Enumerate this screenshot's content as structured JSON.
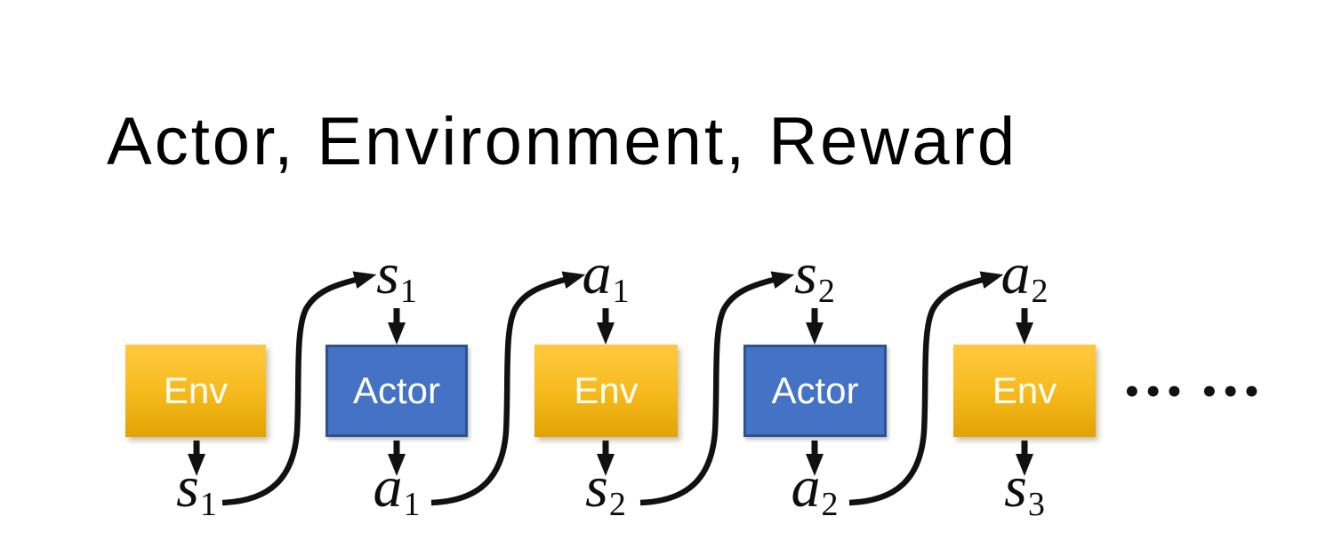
{
  "slide": {
    "title": "Actor, Environment, Reward",
    "ellipsis": "••• •••"
  },
  "diagram": {
    "boxes": [
      {
        "label": "Env"
      },
      {
        "label": "Actor"
      },
      {
        "label": "Env"
      },
      {
        "label": "Actor"
      },
      {
        "label": "Env"
      }
    ],
    "top_labels": [
      {
        "var": "s",
        "sub": "1"
      },
      {
        "var": "a",
        "sub": "1"
      },
      {
        "var": "s",
        "sub": "2"
      },
      {
        "var": "a",
        "sub": "2"
      }
    ],
    "bottom_labels": [
      {
        "var": "s",
        "sub": "1"
      },
      {
        "var": "a",
        "sub": "1"
      },
      {
        "var": "s",
        "sub": "2"
      },
      {
        "var": "a",
        "sub": "2"
      },
      {
        "var": "s",
        "sub": "3"
      }
    ],
    "colors": {
      "background": "#FFFFFF",
      "title_text": "#000000",
      "env_gradient_top": "#FFC941",
      "env_gradient_bottom": "#E2A303",
      "env_text": "#FFFDF4",
      "actor_fill": "#4472C4",
      "actor_border": "#2F528F",
      "actor_text": "#FFFFFF",
      "arrow": "#111111",
      "label_text": "#0D0D0D"
    }
  }
}
